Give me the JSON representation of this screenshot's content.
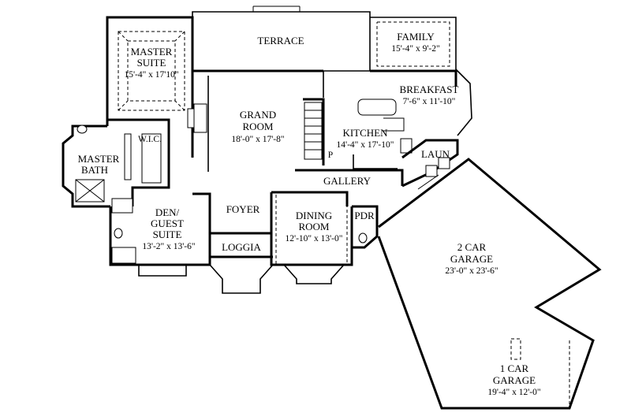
{
  "rooms": {
    "terrace": {
      "name": "TERRACE"
    },
    "family": {
      "name": "FAMILY",
      "dims": "15'-4\" x 9'-2\""
    },
    "master_suite": {
      "name_line1": "MASTER",
      "name_line2": "SUITE",
      "dims": "15'-4\" x 17'10\""
    },
    "breakfast": {
      "name": "BREAKFAST",
      "dims": "7'-6\" x 11'-10\""
    },
    "grand_room": {
      "name_line1": "GRAND",
      "name_line2": "ROOM",
      "dims": "18'-0\" x 17'-8\""
    },
    "kitchen": {
      "name": "KITCHEN",
      "dims": "14'-4\" x 17'-10\""
    },
    "wic": {
      "name": "W.I.C."
    },
    "master_bath": {
      "name_line1": "MASTER",
      "name_line2": "BATH"
    },
    "laun": {
      "name": "LAUN"
    },
    "gallery": {
      "name": "GALLERY"
    },
    "foyer": {
      "name": "FOYER"
    },
    "den": {
      "name_line1": "DEN/",
      "name_line2": "GUEST",
      "name_line3": "SUITE",
      "dims": "13'-2\" x 13'-6\""
    },
    "dining": {
      "name_line1": "DINING",
      "name_line2": "ROOM",
      "dims": "12'-10\" x 13'-0\""
    },
    "pdr": {
      "name": "PDR"
    },
    "loggia": {
      "name": "LOGGIA"
    },
    "garage2": {
      "name_line1": "2 CAR",
      "name_line2": "GARAGE",
      "dims": "23'-0\" x 23'-6\""
    },
    "garage1": {
      "name_line1": "1 CAR",
      "name_line2": "GARAGE",
      "dims": "19'-4\" x 12'-0\""
    },
    "pantry": {
      "name": "P"
    }
  }
}
